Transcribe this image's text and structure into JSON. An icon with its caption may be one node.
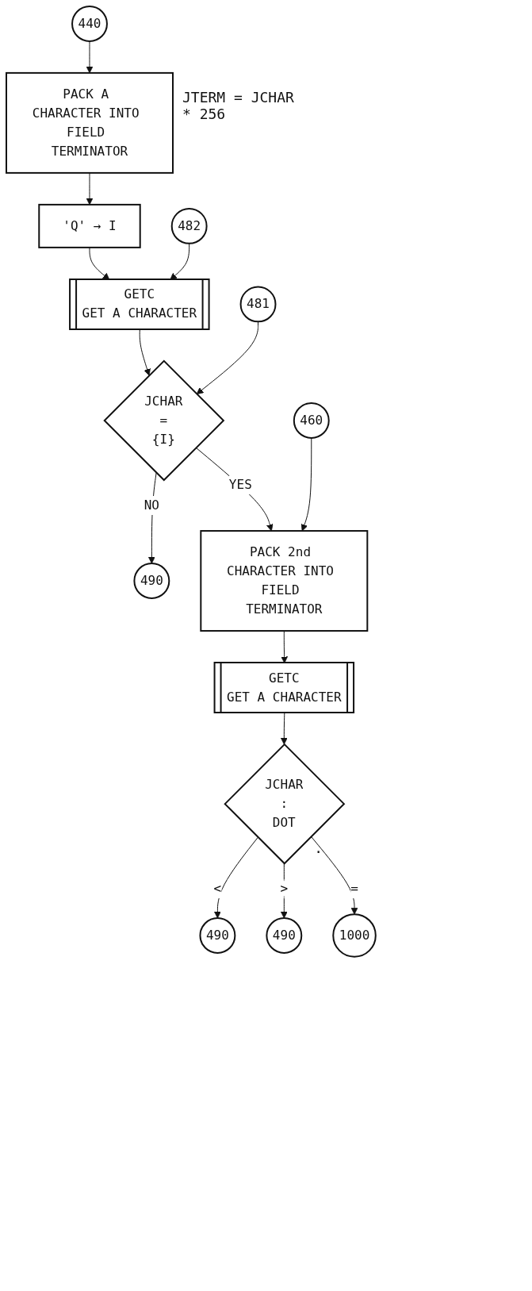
{
  "diagram": {
    "nodes": [
      {
        "text": [
          "440"
        ]
      },
      {
        "text": [
          "PACK A CHARACTER INTO FIELD TERMINATOR"
        ],
        "beside": [
          "JTERM = JCHAR * 256"
        ]
      },
      {
        "text": [
          "'Q' → I"
        ]
      },
      {
        "text": [
          "482"
        ]
      },
      {
        "text": [
          "GETC",
          "GET A CHARACTER"
        ]
      },
      {
        "text": [
          "481"
        ]
      },
      {
        "text": [
          "JCHAR",
          "=",
          "{I}"
        ]
      },
      {
        "text": [
          "490"
        ]
      },
      {
        "text": [
          "460"
        ]
      },
      {
        "text": [
          "PACK 2nd CHARACTER INTO FIELD TERMINATOR"
        ]
      },
      {
        "text": [
          "GETC",
          "GET A CHARACTER"
        ]
      },
      {
        "text": [
          "JCHAR",
          ":",
          "DOT"
        ]
      },
      {
        "text": [
          "490"
        ]
      },
      {
        "text": [
          "490"
        ]
      },
      {
        "text": [
          "1000"
        ]
      }
    ],
    "edges": [
      {
        "from": 0,
        "to": 1,
        "arrow": "to"
      },
      {
        "from": 1,
        "to": 2,
        "arrow": "to"
      },
      {
        "from": 2,
        "to": 4,
        "arrow": "to"
      },
      {
        "from": 3,
        "to": 4,
        "arrow": "to"
      },
      {
        "from": 4,
        "to": 6,
        "arrow": "to"
      },
      {
        "from": 5,
        "to": 6,
        "arrow": "to"
      },
      {
        "from": 6,
        "to": 7,
        "arrow": "to",
        "label": "NO"
      },
      {
        "from": 6,
        "to": 9,
        "arrow": "to",
        "label": "YES"
      },
      {
        "from": 8,
        "to": 9,
        "arrow": "to"
      },
      {
        "from": 9,
        "to": 10,
        "arrow": "to"
      },
      {
        "from": 10,
        "to": 11,
        "arrow": "to"
      },
      {
        "from": 11,
        "to": 12,
        "arrow": "to",
        "label": "<"
      },
      {
        "from": 11,
        "to": 13,
        "arrow": "to",
        "label": ">"
      },
      {
        "from": 11,
        "to": 14,
        "arrow": "to",
        "label": "="
      }
    ],
    "labels": [
      "."
    ]
  }
}
